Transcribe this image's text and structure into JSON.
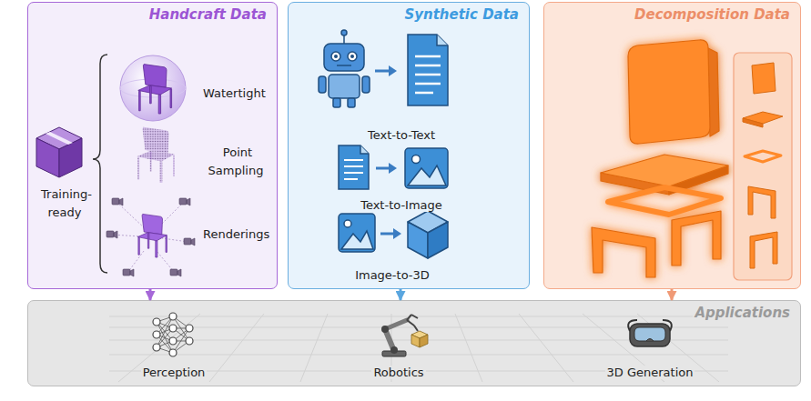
{
  "diagram": {
    "nodes": [
      {
        "text": [
          "Handcraft Data"
        ]
      },
      {
        "text": [
          "Synthetic Data"
        ]
      },
      {
        "text": [
          "Decomposition Data"
        ]
      },
      {
        "text": [
          "Applications"
        ]
      }
    ],
    "edges": [
      {
        "from": 0,
        "to": 3,
        "arrow": "to"
      },
      {
        "from": 1,
        "to": 3,
        "arrow": "to"
      },
      {
        "from": 2,
        "to": 3,
        "arrow": "to"
      }
    ],
    "labels": [
      "Training-ready",
      "Watertight",
      "Point Sampling",
      "Renderings",
      "Text-to-Text",
      "Text-to-Image",
      "Image-to-3D",
      "Perception",
      "Robotics",
      "3D Generation"
    ]
  }
}
